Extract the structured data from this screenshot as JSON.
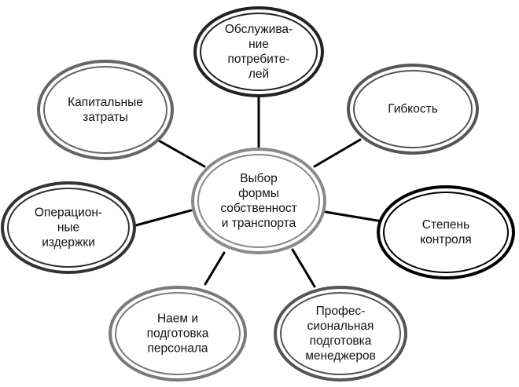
{
  "center": {
    "text": "Выбор\nформы\nсобственност\nи транспорта"
  },
  "nodes": [
    {
      "id": "service",
      "text": "Обслужива-\nние\nпотребите-\nлей"
    },
    {
      "id": "flex",
      "text": "Гибкость"
    },
    {
      "id": "control",
      "text": "Степень\nконтроля"
    },
    {
      "id": "training",
      "text": "Профес-\nсиональная\nподготовка\nменеджеров"
    },
    {
      "id": "hiring",
      "text": "Наем и\nподготовка\nперсонала"
    },
    {
      "id": "operating",
      "text": "Операцион-\nные\nиздержки"
    },
    {
      "id": "capital",
      "text": "Капитальные\nзатраты"
    }
  ]
}
